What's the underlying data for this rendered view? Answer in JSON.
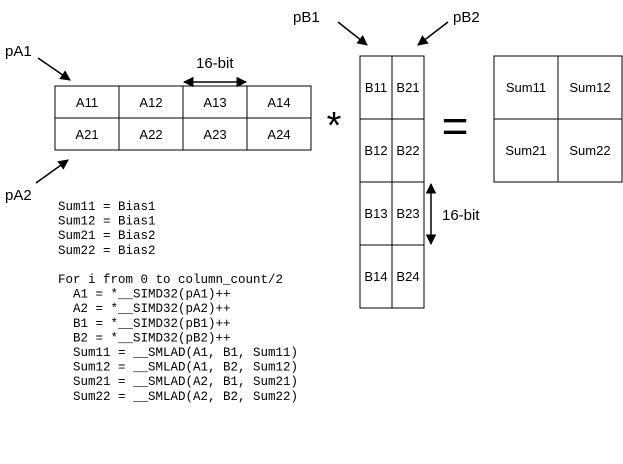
{
  "pointers": {
    "pA1": "pA1",
    "pA2": "pA2",
    "pB1": "pB1",
    "pB2": "pB2"
  },
  "width_label_a": "16-bit",
  "width_label_b": "16-bit",
  "matrix_a": {
    "row1": [
      "A11",
      "A12",
      "A13",
      "A14"
    ],
    "row2": [
      "A21",
      "A22",
      "A23",
      "A24"
    ]
  },
  "matrix_b": {
    "col1": [
      "B11",
      "B12",
      "B13",
      "B14"
    ],
    "col2": [
      "B21",
      "B22",
      "B23",
      "B24"
    ]
  },
  "matrix_sum": {
    "row1": [
      "Sum11",
      "Sum12"
    ],
    "row2": [
      "Sum21",
      "Sum22"
    ]
  },
  "operators": {
    "multiply": "*",
    "equals": "="
  },
  "code_lines": [
    "Sum11 = Bias1",
    "Sum12 = Bias1",
    "Sum21 = Bias2",
    "Sum22 = Bias2",
    "",
    "For i from 0 to column_count/2",
    "  A1 = *__SIMD32(pA1)++",
    "  A2 = *__SIMD32(pA2)++",
    "  B1 = *__SIMD32(pB1)++",
    "  B2 = *__SIMD32(pB2)++",
    "  Sum11 = __SMLAD(A1, B1, Sum11)",
    "  Sum12 = __SMLAD(A1, B2, Sum12)",
    "  Sum21 = __SMLAD(A2, B1, Sum21)",
    "  Sum22 = __SMLAD(A2, B2, Sum22)"
  ]
}
